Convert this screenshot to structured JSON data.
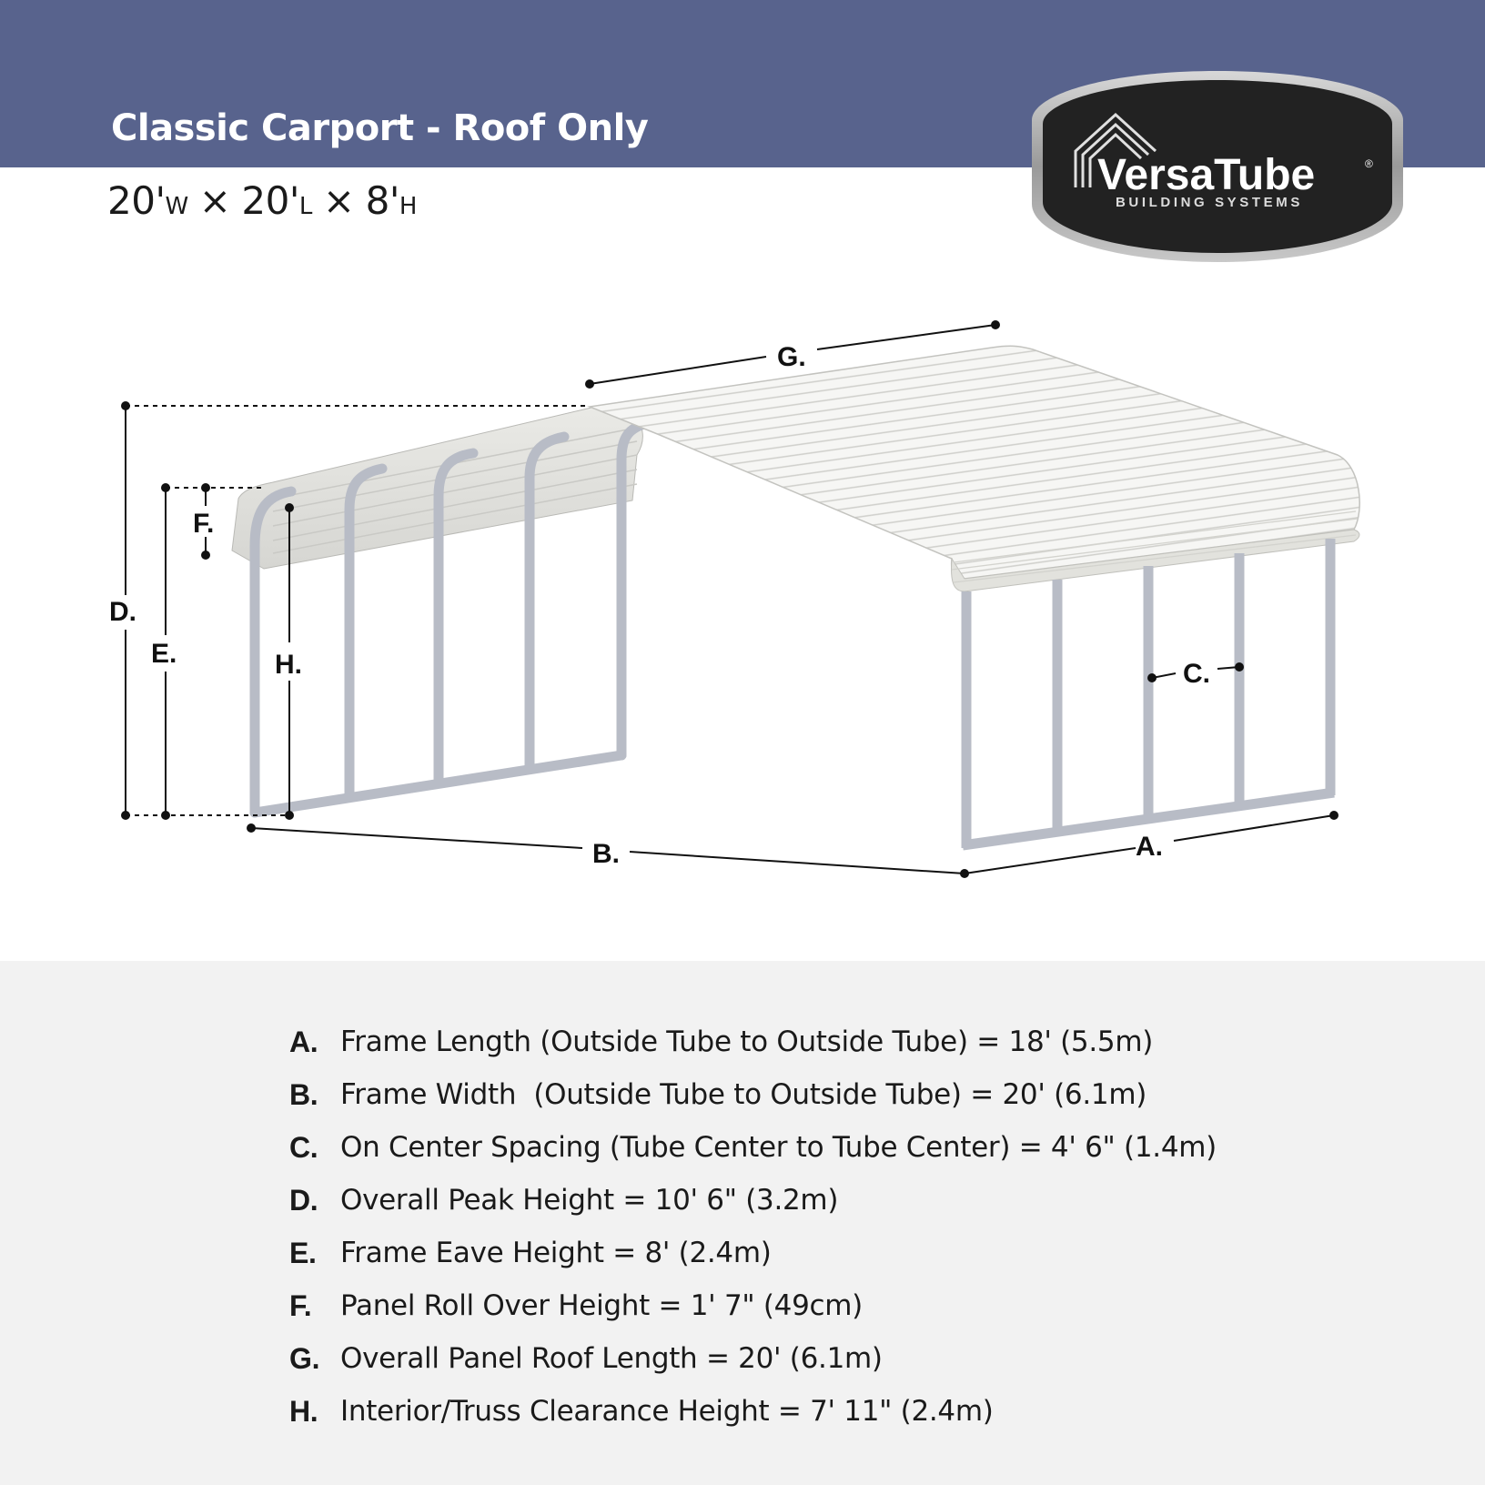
{
  "header": {
    "title": "Classic Carport - Roof Only",
    "width_value": "20'",
    "width_unit": "W",
    "length_value": "20'",
    "length_unit": "L",
    "height_value": "8'",
    "height_unit": "H",
    "separator": "×",
    "band_color": "#58638d"
  },
  "logo": {
    "brand": "VersaTube",
    "registered_mark": "®",
    "tagline": "BUILDING SYSTEMS"
  },
  "diagram": {
    "callouts": [
      "A.",
      "B.",
      "C.",
      "D.",
      "E.",
      "F.",
      "G.",
      "H."
    ]
  },
  "specs": [
    {
      "letter": "A.",
      "text": "Frame Length (Outside Tube to Outside Tube) = 18' (5.5m)"
    },
    {
      "letter": "B.",
      "text": "Frame Width  (Outside Tube to Outside Tube) = 20' (6.1m)"
    },
    {
      "letter": "C.",
      "text": "On Center Spacing (Tube Center to Tube Center) = 4' 6\" (1.4m)"
    },
    {
      "letter": "D.",
      "text": "Overall Peak Height = 10' 6\" (3.2m)"
    },
    {
      "letter": "E.",
      "text": "Frame Eave Height = 8' (2.4m)"
    },
    {
      "letter": "F.",
      "text": "Panel Roll Over Height = 1' 7\" (49cm)"
    },
    {
      "letter": "G.",
      "text": "Overall Panel Roof Length = 20' (6.1m)"
    },
    {
      "letter": "H.",
      "text": "Interior/Truss Clearance Height = 7' 11\" (2.4m)"
    }
  ]
}
